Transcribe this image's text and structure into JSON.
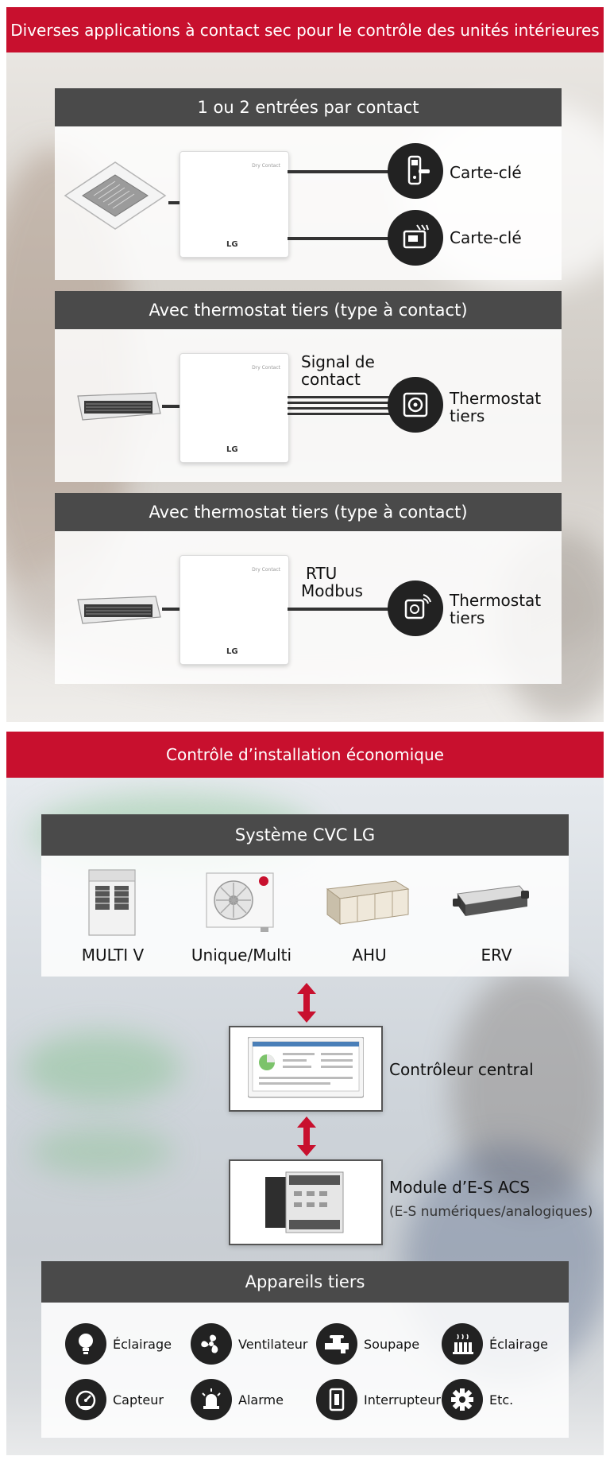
{
  "section1": {
    "banner": "Diverses applications à contact sec pour le contrôle des unités intérieures",
    "panel1": {
      "title": "1 ou 2 entrées par contact",
      "device_label": "LG",
      "device_small": "Dry Contact",
      "output1": "Carte-clé",
      "output2": "Carte-clé"
    },
    "panel2": {
      "title": "Avec thermostat tiers (type à contact)",
      "device_label": "LG",
      "device_small": "Dry Contact",
      "signal_line1": "Signal de",
      "signal_line2": "contact",
      "output_line1": "Thermostat",
      "output_line2": "tiers"
    },
    "panel3": {
      "title": "Avec thermostat tiers (type à contact)",
      "device_label": "LG",
      "device_small": "Dry Contact",
      "signal_line1": "RTU",
      "signal_line2": "Modbus",
      "output_line1": "Thermostat",
      "output_line2": "tiers"
    }
  },
  "section2": {
    "banner": "Contrôle d’installation économique",
    "hvac": {
      "title": "Système CVC LG",
      "products": [
        "MULTI V",
        "Unique/Multi",
        "AHU",
        "ERV"
      ]
    },
    "central_controller": "Contrôleur central",
    "io_module": {
      "title": "Module d’E-S ACS",
      "subtitle": "(E-S numériques/analogiques)"
    },
    "third_party": {
      "title": "Appareils tiers",
      "items": [
        {
          "label": "Éclairage",
          "icon": "lightbulb-icon"
        },
        {
          "label": "Ventilateur",
          "icon": "fan-icon"
        },
        {
          "label": "Soupape",
          "icon": "valve-icon"
        },
        {
          "label": "Éclairage",
          "icon": "heater-icon"
        },
        {
          "label": "Capteur",
          "icon": "sensor-gauge-icon"
        },
        {
          "label": "Alarme",
          "icon": "alarm-icon"
        },
        {
          "label": "Interrupteur",
          "icon": "switch-icon"
        },
        {
          "label": "Etc.",
          "icon": "gear-icon"
        }
      ]
    }
  },
  "colors": {
    "banner": "#c8102e",
    "panel_head": "#4a4a4a",
    "arrow": "#c8102e",
    "icon_bg": "#222222"
  }
}
